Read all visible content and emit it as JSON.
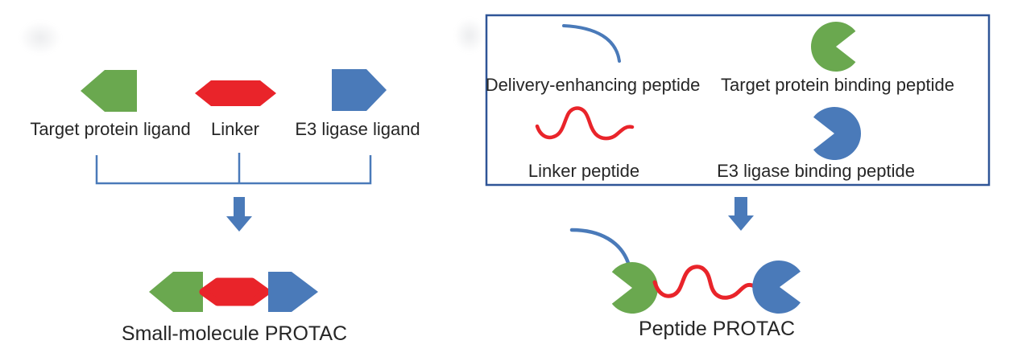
{
  "colors": {
    "green": "#6aa84f",
    "red": "#e9242a",
    "blue": "#4a7ab9",
    "box_border": "#2f5597",
    "text": "#262626"
  },
  "left_diagram": {
    "components": [
      "Target protein ligand",
      "Linker",
      "E3 ligase ligand"
    ],
    "caption": "Small-molecule PROTAC"
  },
  "right_diagram": {
    "legend": [
      "Delivery-enhancing peptide",
      "Target protein binding peptide",
      "Linker peptide",
      "E3 ligase binding peptide"
    ],
    "caption": "Peptide PROTAC"
  },
  "shape_semantics": {
    "target_protein_ligand": "green left-pointing pentagon",
    "linker": "red hexagon",
    "e3_ligase_ligand": "blue right-pointing pentagon",
    "combine_bracket": "blue grouping bracket with three ticks",
    "combine_arrow": "blue downward block arrow",
    "delivery_enhancing_peptide": "blue curved line",
    "target_protein_binding_peptide": "green pac-man shape, mouth facing right",
    "linker_peptide": "red wavy line",
    "e3_ligase_binding_peptide": "blue pac-man shape, mouth facing left"
  }
}
